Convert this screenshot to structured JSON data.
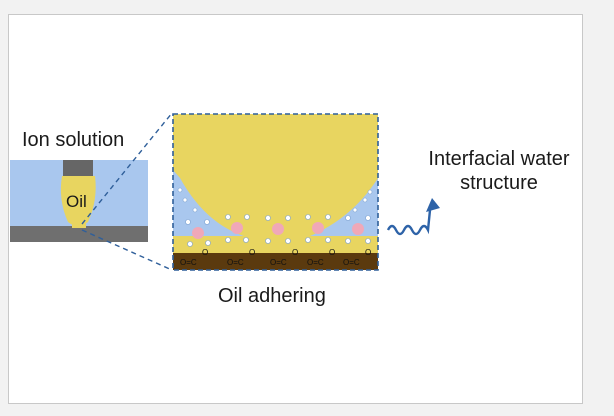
{
  "labels": {
    "ion_solution": "Ion solution",
    "oil_small": "Oil",
    "oil_adhering": "Oil adhering",
    "interfacial_line1": "Interfacial water",
    "interfacial_line2": "structure"
  },
  "colors": {
    "oil": "#e8d560",
    "solution": "#a9c7ee",
    "substrate": "#5b3a0e",
    "holder": "#666666",
    "arrow": "#2e63a8",
    "dashed_border": "#2f5f9a"
  }
}
